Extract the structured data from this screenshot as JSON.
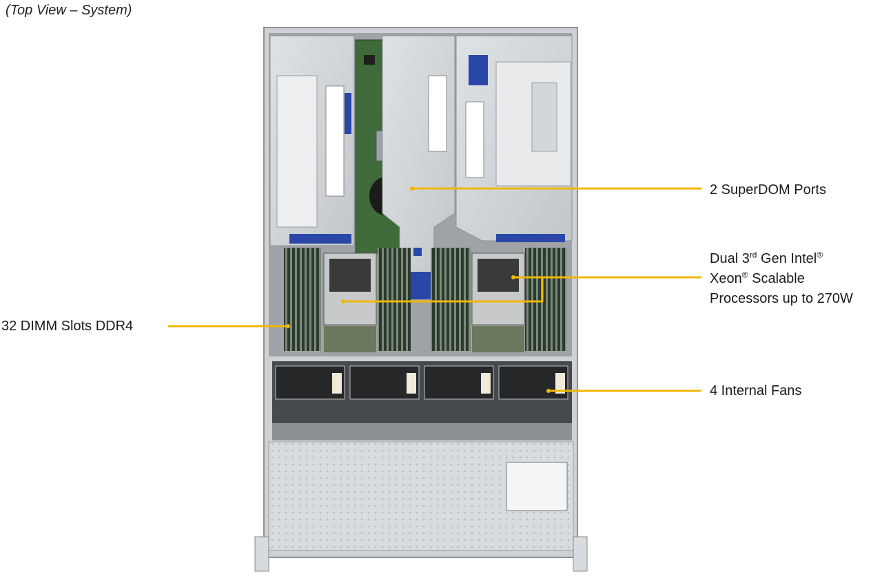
{
  "caption": "(Top View – System)",
  "callouts": {
    "superdom": "2 SuperDOM Ports",
    "cpu_line1_a": "Dual 3",
    "cpu_line1_sup": "rd",
    "cpu_line1_b": " Gen Intel",
    "cpu_line1_reg": "®",
    "cpu_line2_a": "Xeon",
    "cpu_line2_reg": "®",
    "cpu_line2_b": " Scalable",
    "cpu_line3": "Processors up to 270W",
    "dimm": "32 DIMM Slots DDR4",
    "fans": "4 Internal Fans"
  },
  "colors": {
    "leader": "#f2b705",
    "chassis_metal": "#c9ccd0",
    "pcb": "#3f6b3a",
    "riser_label_blue": "#2a47a8"
  },
  "icons": [
    "server-chassis-illustration",
    "fan-icon",
    "cpu-heatsink-icon",
    "dimm-slot-icon"
  ]
}
